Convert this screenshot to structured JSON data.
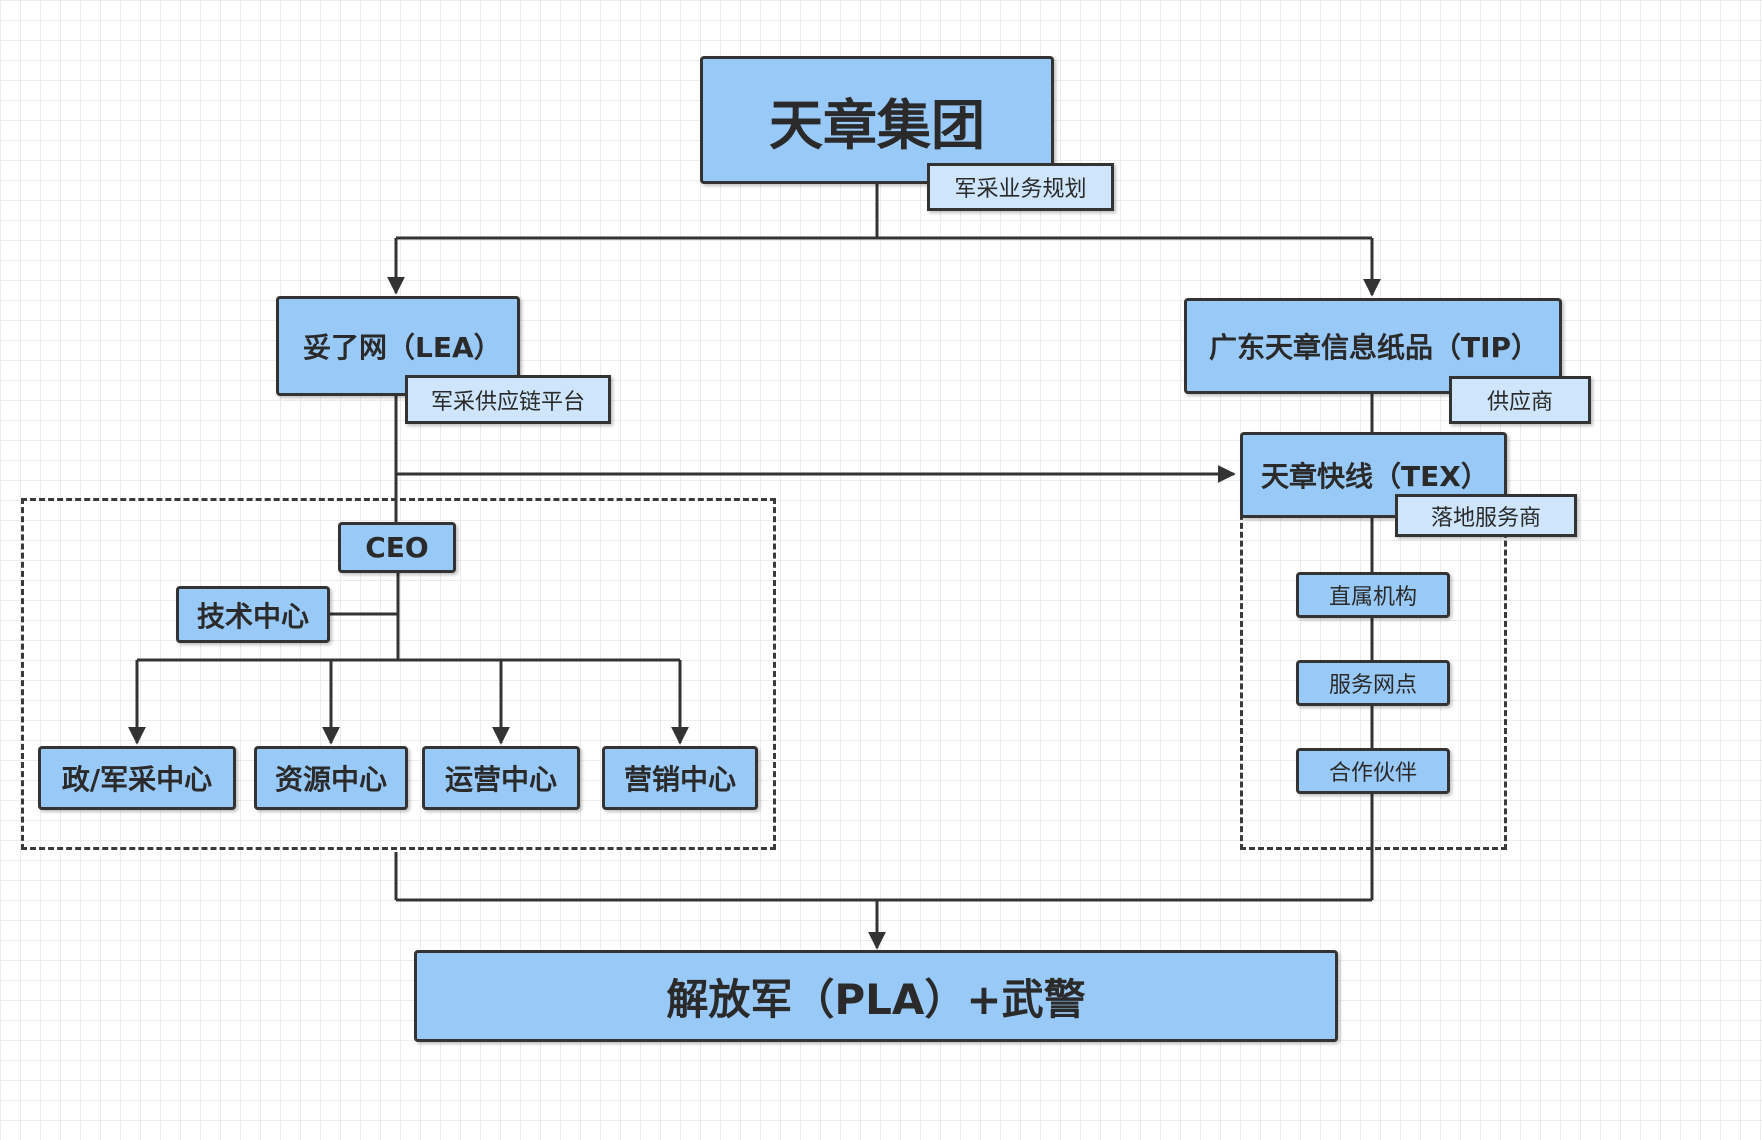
{
  "diagram": {
    "top": {
      "title": "天章集团",
      "tag": "军采业务规划"
    },
    "lea": {
      "title": "妥了网（LEA）",
      "tag": "军采供应链平台"
    },
    "tip": {
      "title": "广东天章信息纸品（TIP）",
      "tag": "供应商"
    },
    "tex": {
      "title": "天章快线（TEX）",
      "tag": "落地服务商"
    },
    "lea_org": {
      "ceo": "CEO",
      "tech": "技术中心",
      "centers": [
        "政/军采中心",
        "资源中心",
        "运营中心",
        "营销中心"
      ]
    },
    "tex_org": {
      "items": [
        "直属机构",
        "服务网点",
        "合作伙伴"
      ]
    },
    "bottom": {
      "title": "解放军（PLA）+武警"
    }
  },
  "colors": {
    "node_fill": "#99c9f7",
    "tag_fill": "#cfe5fb",
    "stroke": "#333333",
    "grid": "#ececec"
  }
}
